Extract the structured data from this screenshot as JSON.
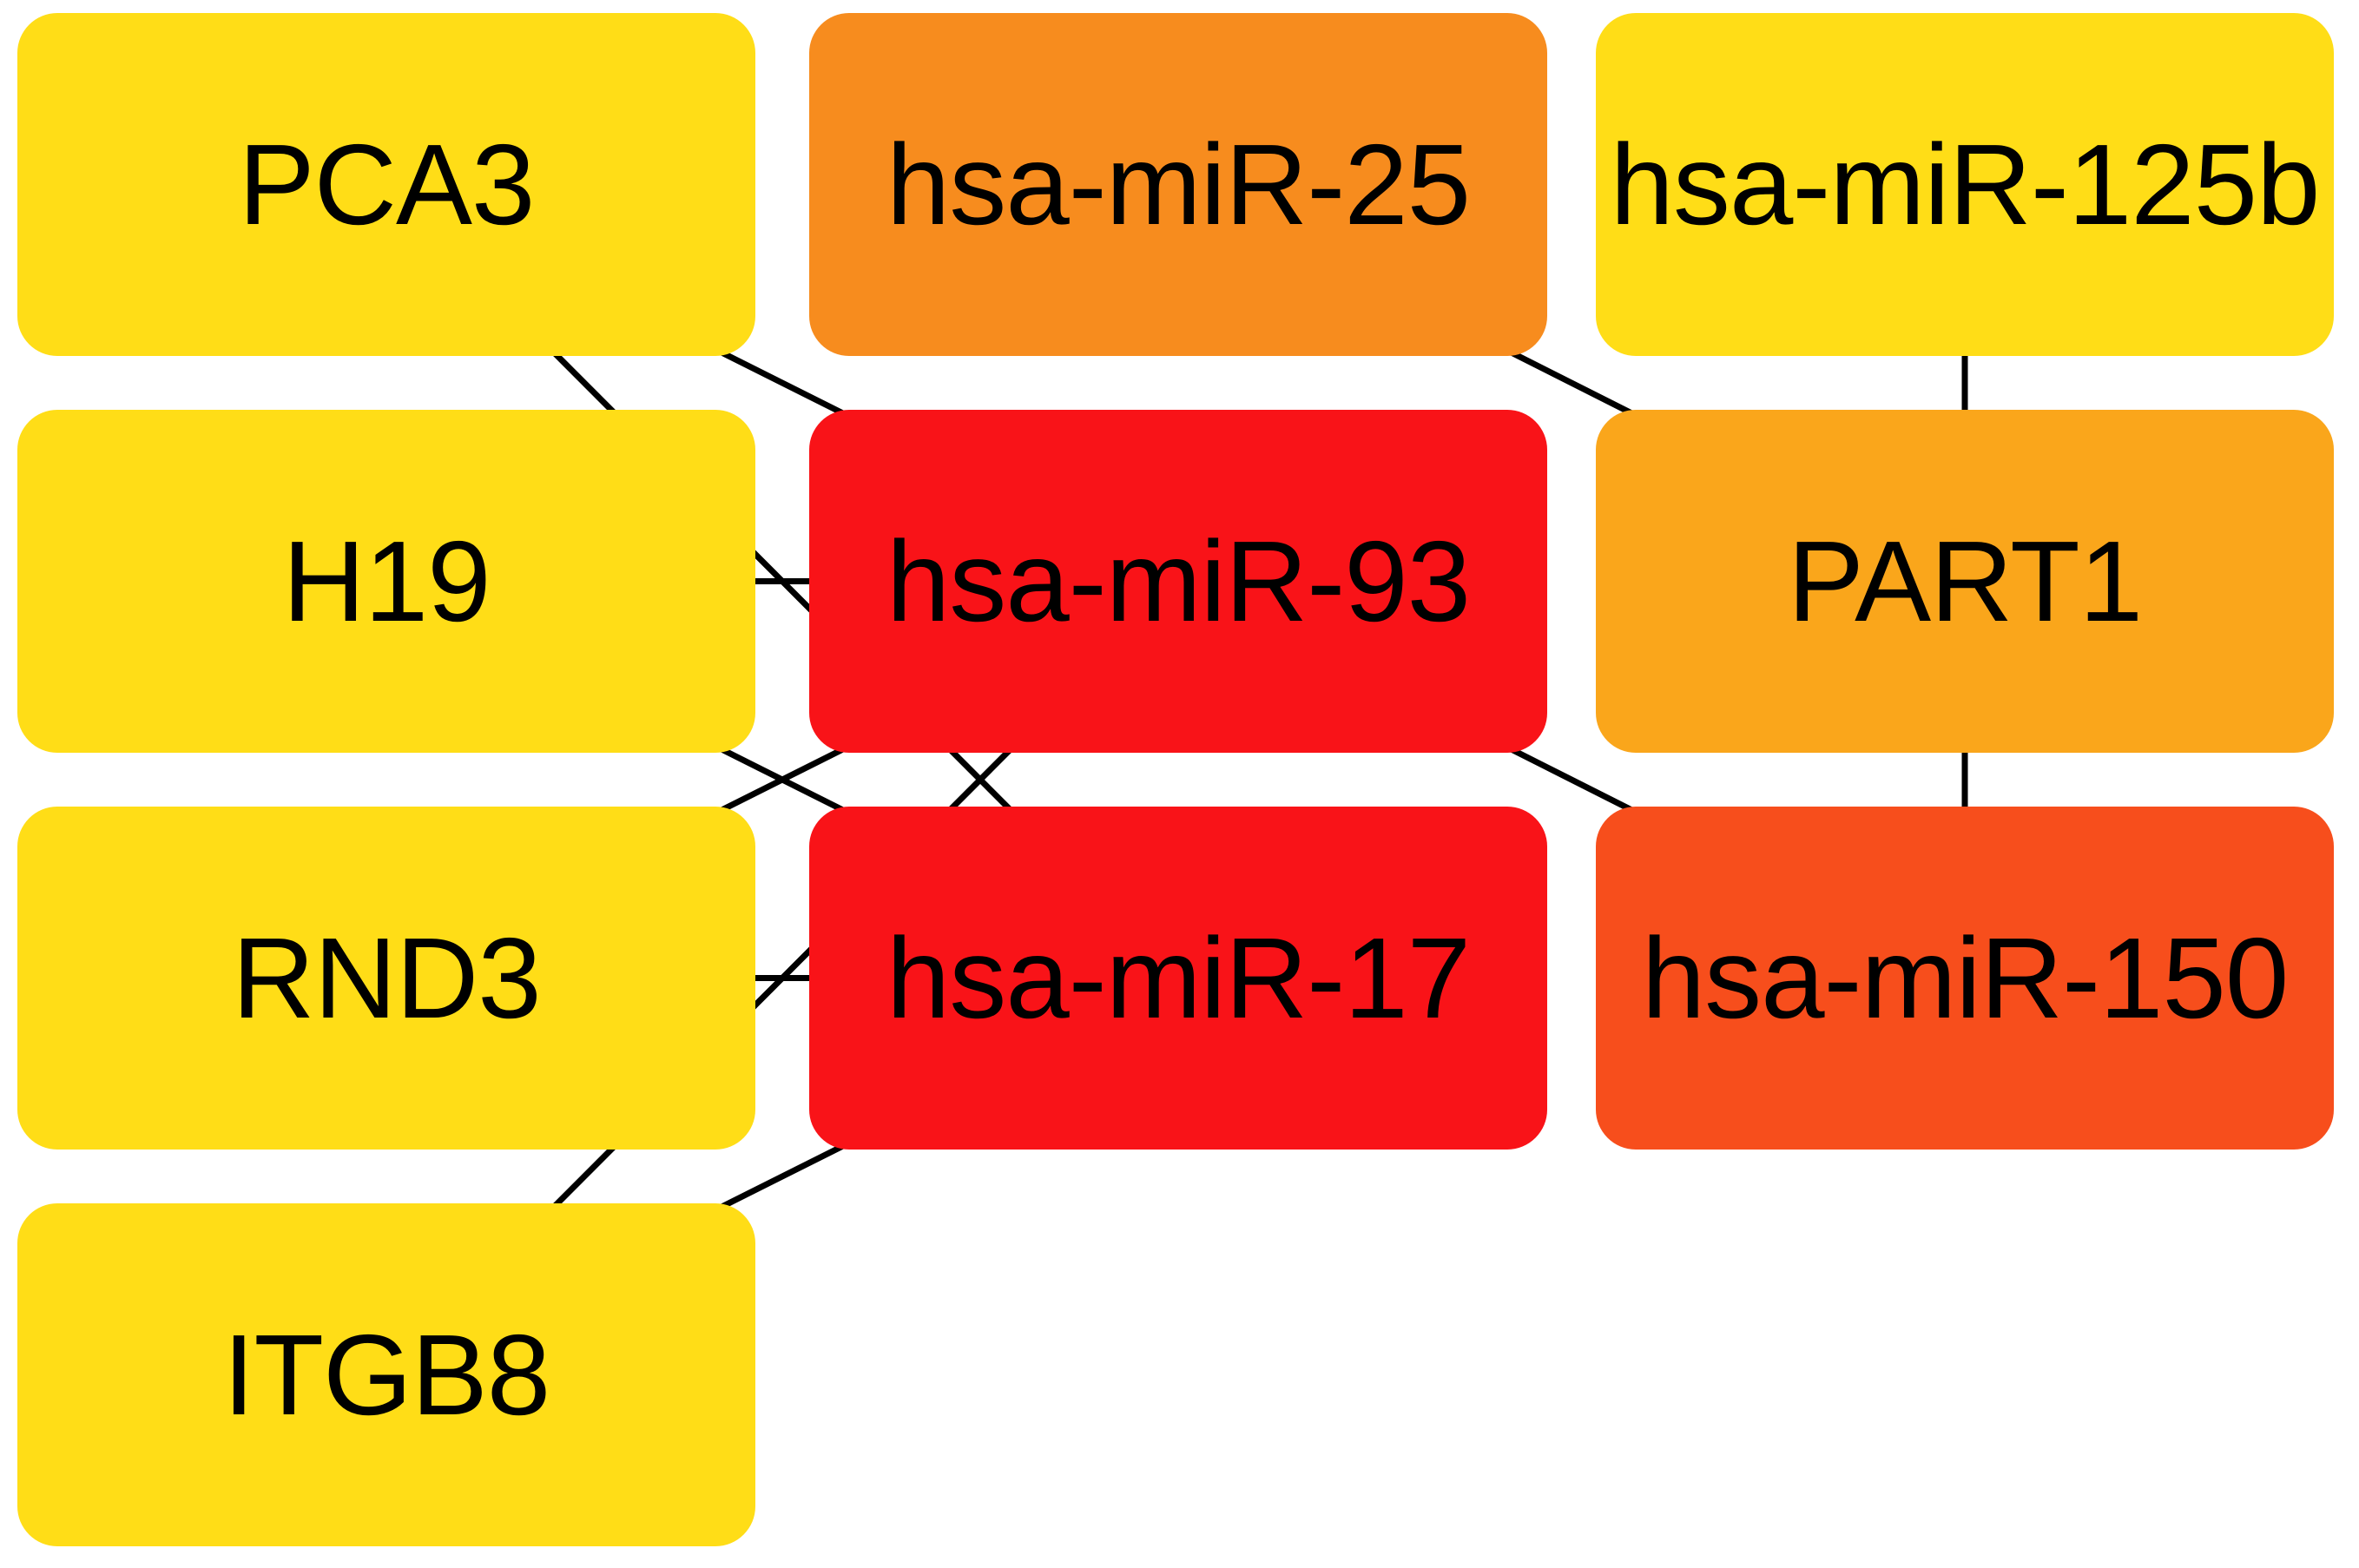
{
  "figure": {
    "background_color": "#FFFFFF",
    "text_color": "#000000",
    "edge_color": "#000000"
  },
  "diagram": {
    "nodes": [
      {
        "id": "PCA3",
        "label": "PCA3",
        "color": "#FFDD17",
        "col": 0,
        "row": 0
      },
      {
        "id": "hsa-miR-25",
        "label": "hsa-miR-25",
        "color": "#F78C1E",
        "col": 1,
        "row": 0
      },
      {
        "id": "hsa-miR-125b",
        "label": "hsa-miR-125b",
        "color": "#FFDD17",
        "col": 2,
        "row": 0
      },
      {
        "id": "H19",
        "label": "H19",
        "color": "#FFDD17",
        "col": 0,
        "row": 1
      },
      {
        "id": "hsa-miR-93",
        "label": "hsa-miR-93",
        "color": "#F91318",
        "col": 1,
        "row": 1
      },
      {
        "id": "PART1",
        "label": "PART1",
        "color": "#FAA61B",
        "col": 2,
        "row": 1
      },
      {
        "id": "RND3",
        "label": "RND3",
        "color": "#FFDD17",
        "col": 0,
        "row": 2
      },
      {
        "id": "hsa-miR-17",
        "label": "hsa-miR-17",
        "color": "#F91318",
        "col": 1,
        "row": 2
      },
      {
        "id": "hsa-miR-150",
        "label": "hsa-miR-150",
        "color": "#F74E1C",
        "col": 2,
        "row": 2
      },
      {
        "id": "ITGB8",
        "label": "ITGB8",
        "color": "#FFDD17",
        "col": 0,
        "row": 3
      }
    ],
    "edges": [
      {
        "from": "PCA3",
        "to": "hsa-miR-93"
      },
      {
        "from": "PCA3",
        "to": "hsa-miR-17"
      },
      {
        "from": "H19",
        "to": "hsa-miR-93"
      },
      {
        "from": "H19",
        "to": "hsa-miR-17"
      },
      {
        "from": "RND3",
        "to": "hsa-miR-93"
      },
      {
        "from": "RND3",
        "to": "hsa-miR-17"
      },
      {
        "from": "ITGB8",
        "to": "hsa-miR-93"
      },
      {
        "from": "ITGB8",
        "to": "hsa-miR-17"
      },
      {
        "from": "hsa-miR-25",
        "to": "PART1"
      },
      {
        "from": "hsa-miR-125b",
        "to": "PART1"
      },
      {
        "from": "PART1",
        "to": "hsa-miR-150"
      },
      {
        "from": "hsa-miR-93",
        "to": "hsa-miR-150"
      }
    ]
  }
}
